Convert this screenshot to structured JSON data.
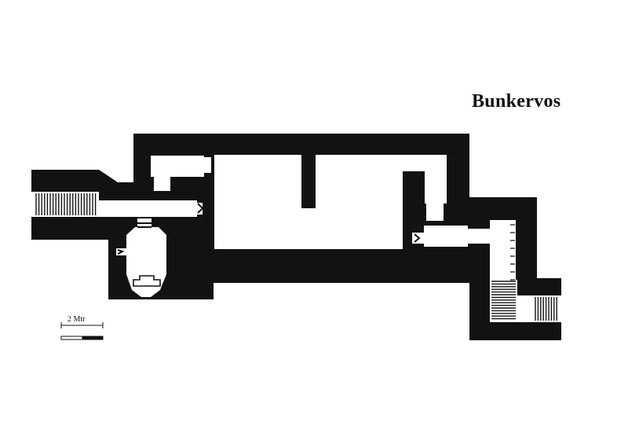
{
  "title": "Bunkervos",
  "scale": {
    "label": "2 Mtr",
    "segments": 2
  },
  "colors": {
    "wall": "#121212",
    "room": "#ffffff",
    "ink": "#111111"
  }
}
